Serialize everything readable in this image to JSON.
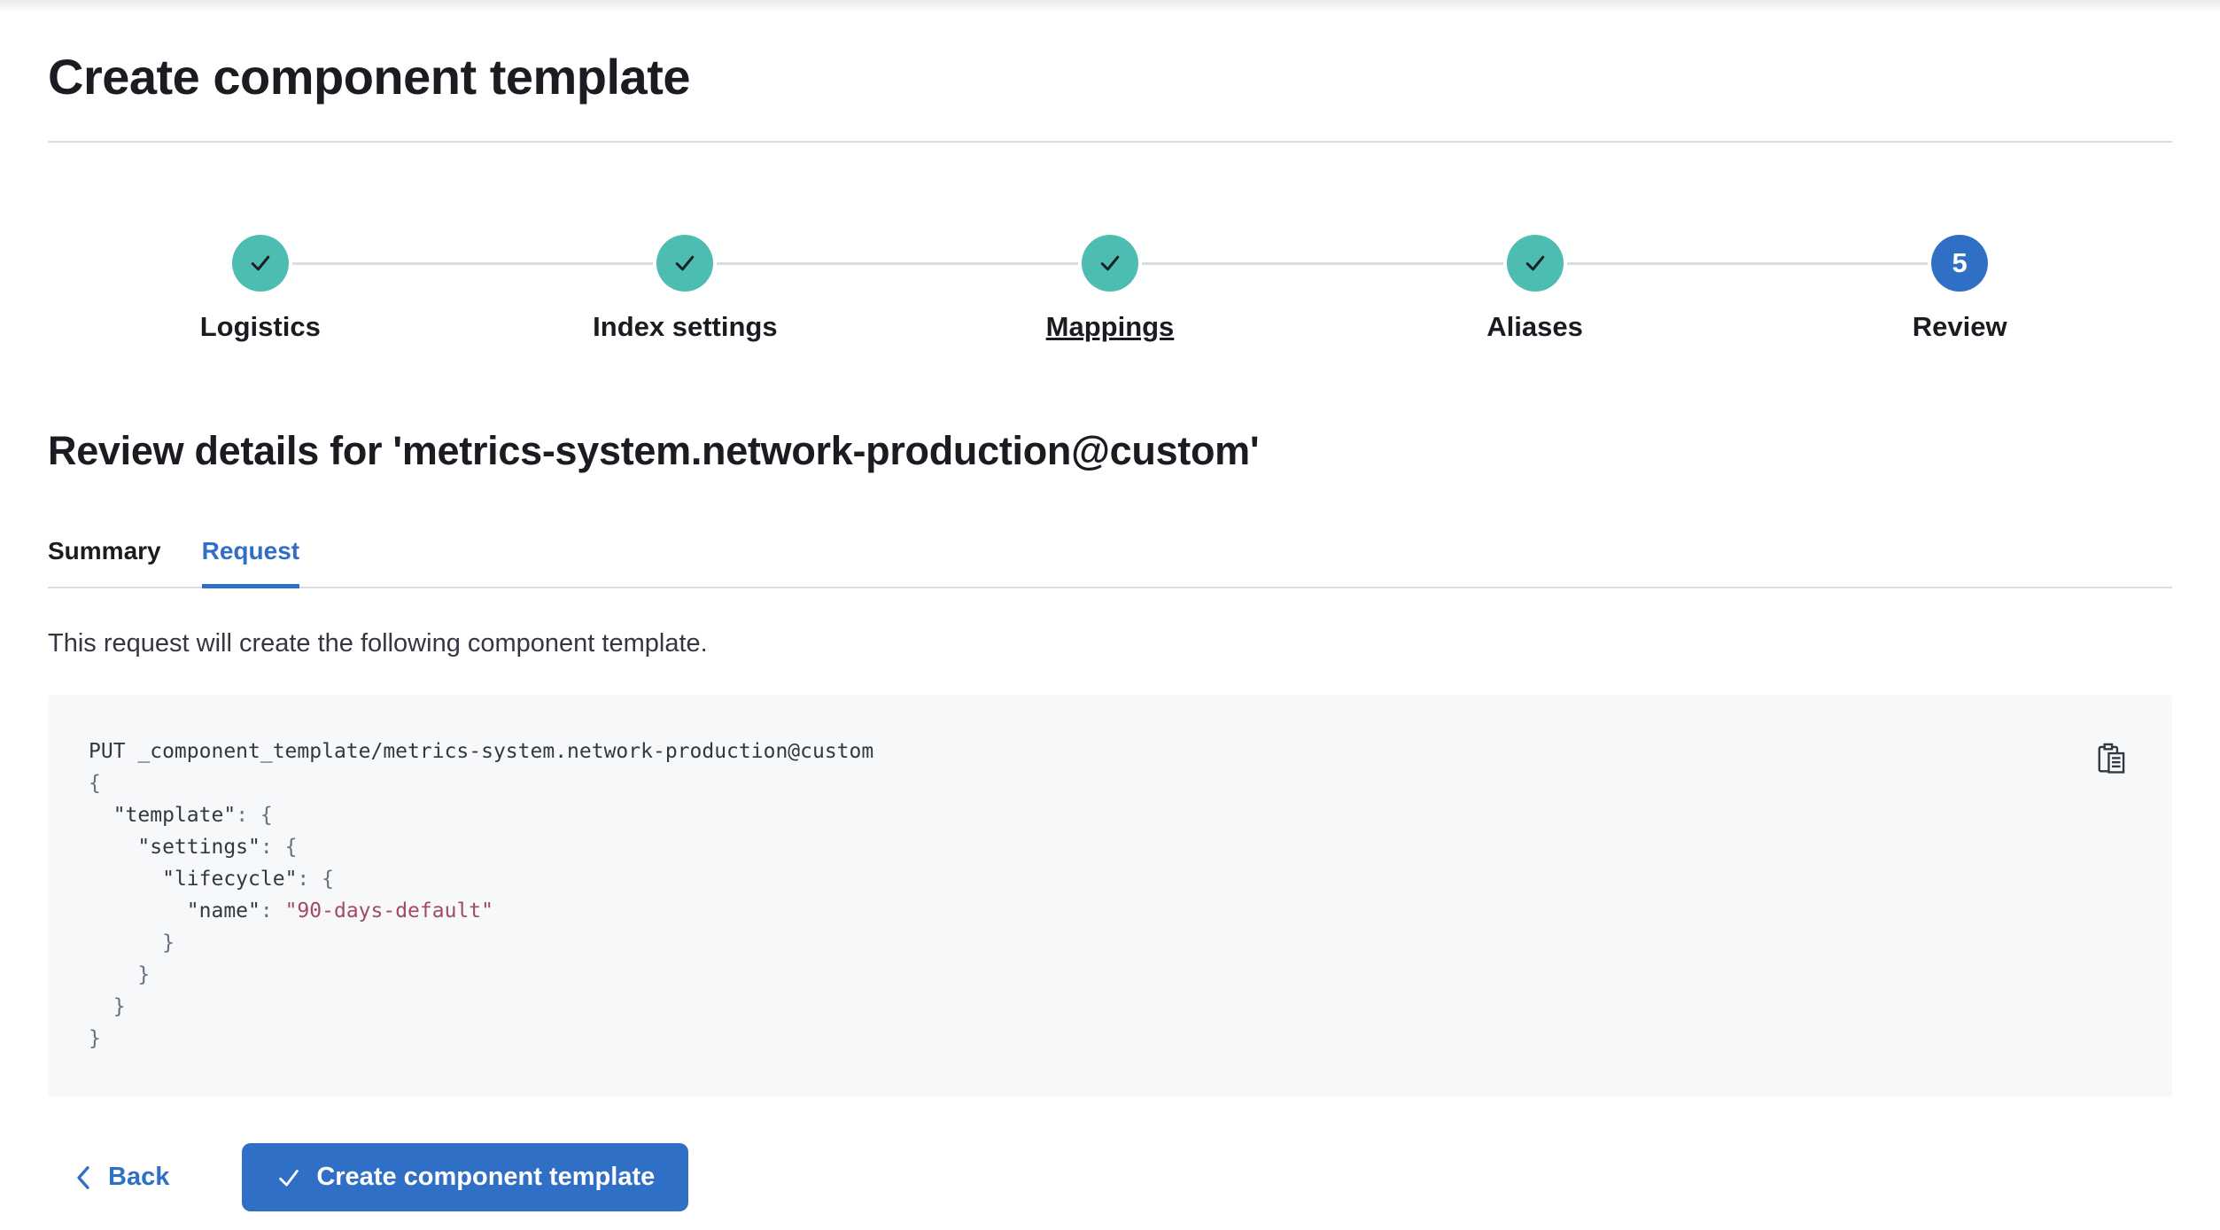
{
  "header": {
    "title": "Create component template"
  },
  "stepper": {
    "steps": [
      {
        "label": "Logistics",
        "status": "complete"
      },
      {
        "label": "Index settings",
        "status": "complete"
      },
      {
        "label": "Mappings",
        "status": "complete"
      },
      {
        "label": "Aliases",
        "status": "complete"
      },
      {
        "label": "Review",
        "status": "current",
        "number": "5"
      }
    ]
  },
  "review": {
    "heading": "Review details for 'metrics-system.network-production@custom'",
    "tabs": [
      {
        "label": "Summary",
        "active": false
      },
      {
        "label": "Request",
        "active": true
      }
    ],
    "description": "This request will create the following component template."
  },
  "code_block": {
    "lines": [
      [
        {
          "t": "PUT _component_template/metrics-system.network-production@custom",
          "c": "plain"
        }
      ],
      [
        {
          "t": "{",
          "c": "punct"
        }
      ],
      [
        {
          "t": "  ",
          "c": "plain"
        },
        {
          "t": "\"template\"",
          "c": "key"
        },
        {
          "t": ": {",
          "c": "punct"
        }
      ],
      [
        {
          "t": "    ",
          "c": "plain"
        },
        {
          "t": "\"settings\"",
          "c": "key"
        },
        {
          "t": ": {",
          "c": "punct"
        }
      ],
      [
        {
          "t": "      ",
          "c": "plain"
        },
        {
          "t": "\"lifecycle\"",
          "c": "key"
        },
        {
          "t": ": {",
          "c": "punct"
        }
      ],
      [
        {
          "t": "        ",
          "c": "plain"
        },
        {
          "t": "\"name\"",
          "c": "key"
        },
        {
          "t": ": ",
          "c": "punct"
        },
        {
          "t": "\"90-days-default\"",
          "c": "string"
        }
      ],
      [
        {
          "t": "      }",
          "c": "punct"
        }
      ],
      [
        {
          "t": "    }",
          "c": "punct"
        }
      ],
      [
        {
          "t": "  }",
          "c": "punct"
        }
      ],
      [
        {
          "t": "}",
          "c": "punct"
        }
      ]
    ]
  },
  "footer": {
    "back_label": "Back",
    "create_label": "Create component template"
  },
  "colors": {
    "primary_blue": "#2f6fc6",
    "success_teal": "#4dbdb2",
    "connector_gray": "#d8dce5",
    "code_background": "#f6f8fa",
    "code_text": "#343741",
    "code_punctuation": "#69707d",
    "code_string": "#a34a63",
    "heading_text": "#1a1c21"
  }
}
